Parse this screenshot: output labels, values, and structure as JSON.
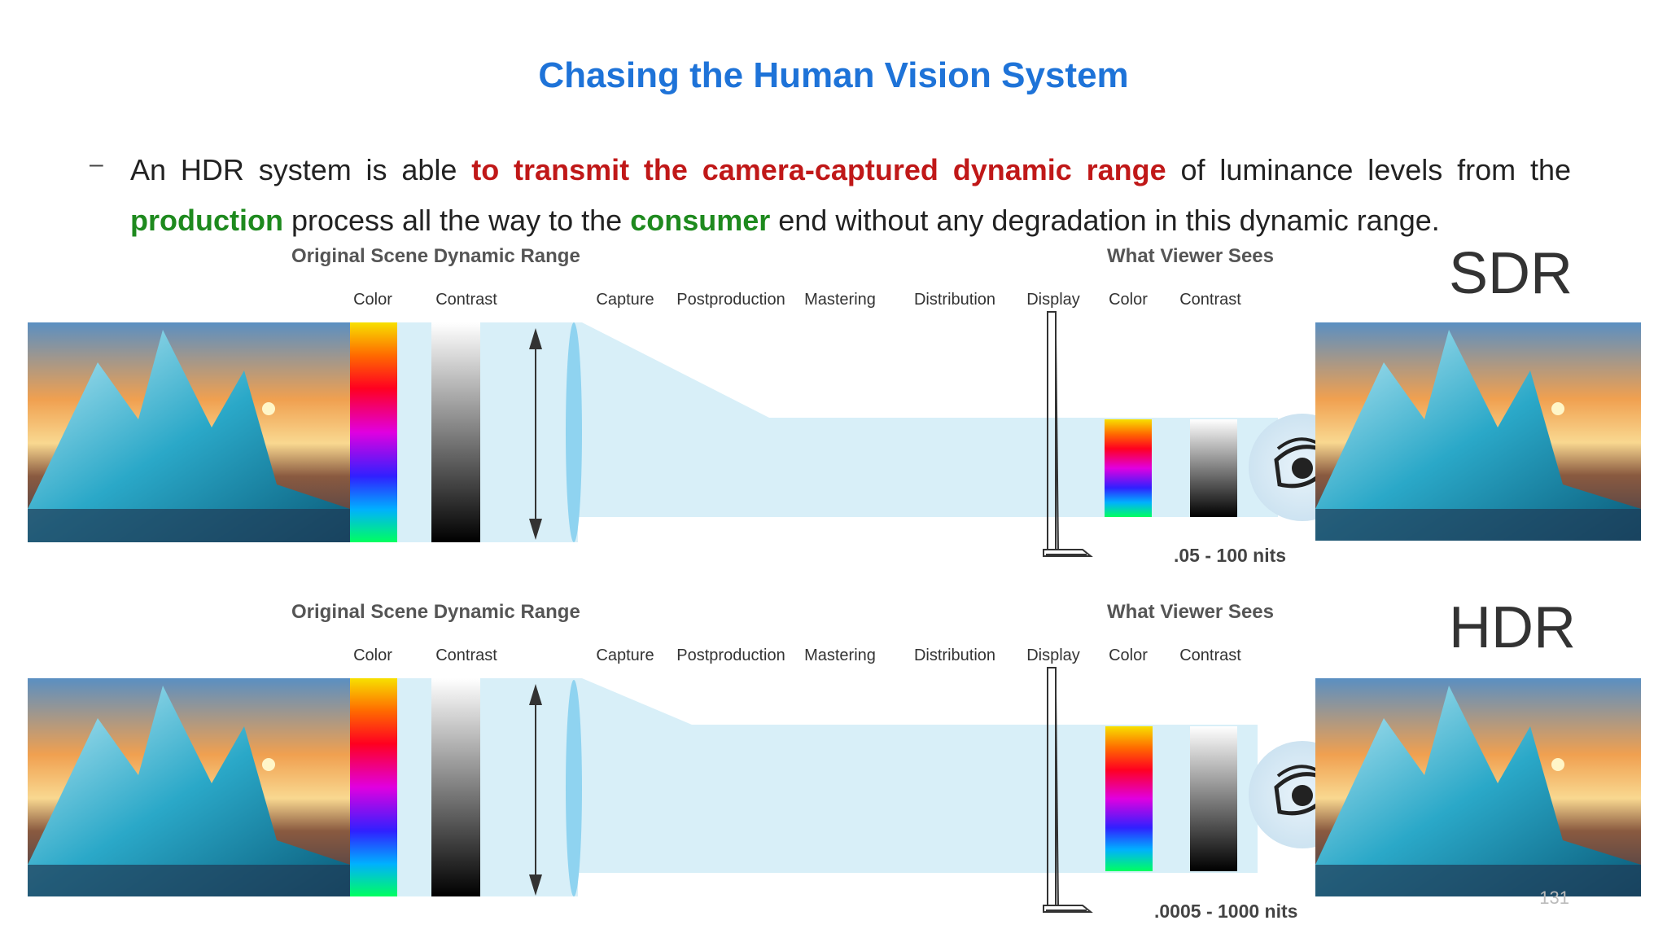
{
  "title": "Chasing the Human Vision System",
  "bullet": {
    "dash": "–",
    "part1": "An HDR system is able ",
    "highlight_red": "to transmit the camera-captured dynamic range",
    "part2": " of luminance levels from the ",
    "highlight_green1": "production",
    "part3": " process all the way to the ",
    "highlight_green2": "consumer",
    "part4": " end without any degradation in this dynamic range."
  },
  "diagrams": [
    {
      "mode": "SDR",
      "left_header": "Original Scene Dynamic Range",
      "right_header": "What Viewer Sees",
      "stages": [
        "Color",
        "Contrast",
        "Capture",
        "Postproduction",
        "Mastering",
        "Distribution",
        "Display",
        "Color",
        "Contrast"
      ],
      "nits": ".05 - 100 nits"
    },
    {
      "mode": "HDR",
      "left_header": "Original Scene Dynamic Range",
      "right_header": "What Viewer Sees",
      "stages": [
        "Color",
        "Contrast",
        "Capture",
        "Postproduction",
        "Mastering",
        "Distribution",
        "Display",
        "Color",
        "Contrast"
      ],
      "nits": ".0005 - 1000 nits"
    }
  ],
  "page_number": "131",
  "colors": {
    "title": "#1e73d8",
    "highlight_red": "#c01818",
    "highlight_green": "#1e8a1e",
    "pipe": "#d6eef8"
  }
}
